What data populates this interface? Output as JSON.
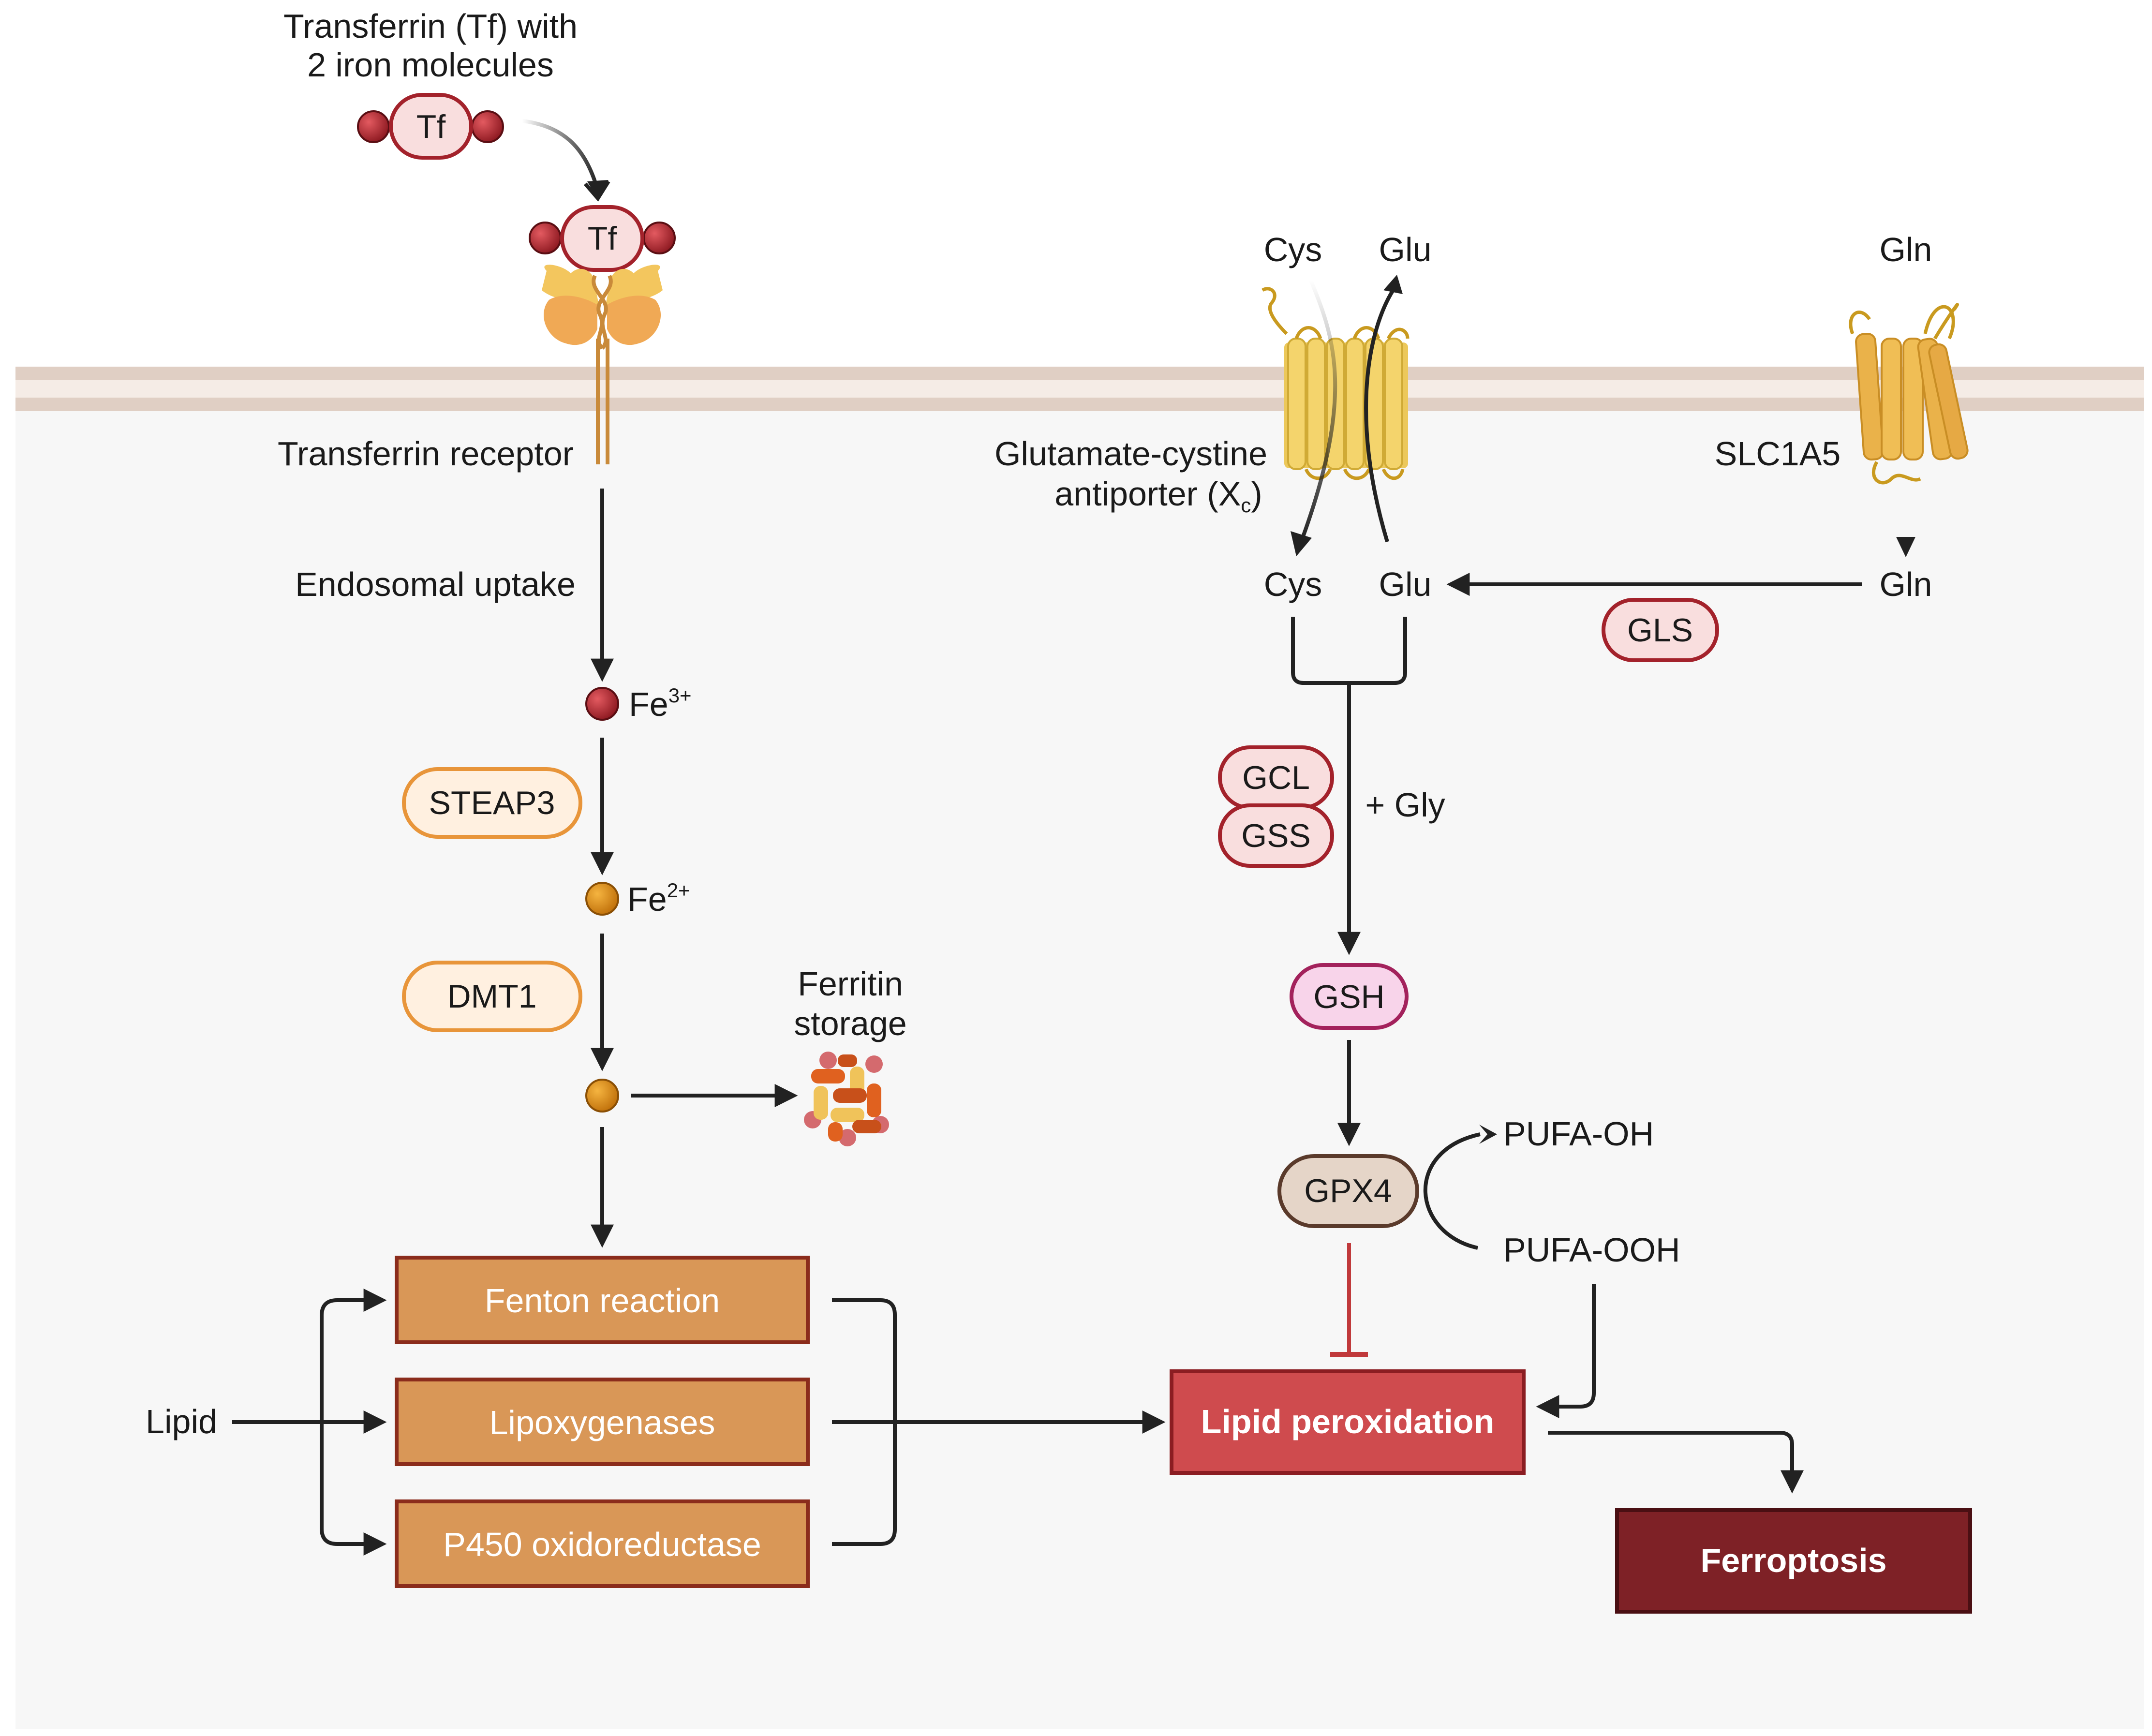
{
  "top_label": {
    "line1": "Transferrin (Tf) with",
    "line2": "2 iron molecules"
  },
  "tf_label": "Tf",
  "tf_label_bound": "Tf",
  "transferrin_receptor": "Transferrin receptor",
  "endosomal_uptake": "Endosomal uptake",
  "fe3": {
    "base": "Fe",
    "sup": "3+"
  },
  "fe2": {
    "base": "Fe",
    "sup": "2+"
  },
  "steap3": "STEAP3",
  "dmt1": "DMT1",
  "ferritin": {
    "line1": "Ferritin",
    "line2": "storage"
  },
  "lipid": "Lipid",
  "boxes": {
    "fenton": "Fenton reaction",
    "lipox": "Lipoxygenases",
    "p450": "P450 oxidoreductase"
  },
  "lipid_peroxidation": "Lipid peroxidation",
  "ferroptosis": "Ferroptosis",
  "antiporter": {
    "cys_out": "Cys",
    "glu_out": "Glu",
    "name_line1": "Glutamate-cystine",
    "name_line2_base": "antiporter (X",
    "name_line2_sub": "c",
    "name_line2_end": ")",
    "cys_in": "Cys",
    "glu_in": "Glu"
  },
  "slc1a5": {
    "gln_out": "Gln",
    "name": "SLC1A5",
    "gln_in": "Gln"
  },
  "gls": "GLS",
  "gcl": "GCL",
  "gss": "GSS",
  "plus_gly": "+ Gly",
  "gsh": "GSH",
  "gpx4": "GPX4",
  "pufa_oh": "PUFA-OH",
  "pufa_ooh": "PUFA-OOH",
  "colors": {
    "iron_fe3": "#a3222b",
    "iron_fe2": "#d98a12",
    "membrane": "#e0cfc4",
    "cytoplasm": "#f7f7f7",
    "orange_box": "#d99757",
    "orange_box_border": "#8b2c1c",
    "lipid_perox_box": "#cf4b4e",
    "ferroptosis_box": "#7e2126",
    "inhibit_line": "#c0393b"
  }
}
